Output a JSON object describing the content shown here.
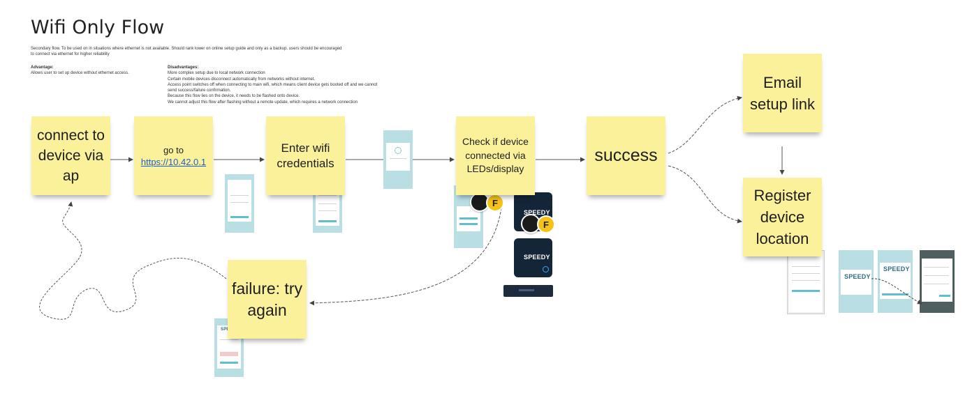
{
  "header": {
    "title": "Wifi Only Flow",
    "description_line1": "Secondary flow. To be used on in situations where ethernet is not available. Should rank lower on online setup guide and only as a backup. users should be encouraged",
    "description_line2": "to connect via ethernet for higher reliability"
  },
  "advantage": {
    "heading": "Advantage:",
    "text": "Allows user to set up device without ethernet access."
  },
  "disadvantages": {
    "heading": "Disadvantages:",
    "lines": [
      "More complex setup due to local network connection",
      "Certain mobile devices disconnect automatically from networks without internet.",
      "Access point switches off when connecting to main wifi, which means client device gets booted off and we cannot",
      "send success/failure confirmation.",
      "Because this flow lies on the device, it needs to be flashed onto device.",
      "We cannot adjust this flow after flashing without a remote update, which requires a network connection"
    ]
  },
  "notes": {
    "connect": "connect to device via ap",
    "goto_prefix": "go to",
    "goto_link": "https://10.42.0.1",
    "enter_wifi": "Enter wifi credentials",
    "check": "Check if device connected via LEDs/display",
    "success": "success",
    "email": "Email setup link",
    "register": "Register device location",
    "failure": "failure: try again"
  },
  "brand": {
    "logo_text": "SPEEDY"
  },
  "avatars": {
    "initial": "F"
  },
  "colors": {
    "sticky": "#fbf19b",
    "phone_bg": "#b9dfe5",
    "accent": "#5fbfcc",
    "device_dark": "#152538",
    "badge": "#f5c218"
  }
}
